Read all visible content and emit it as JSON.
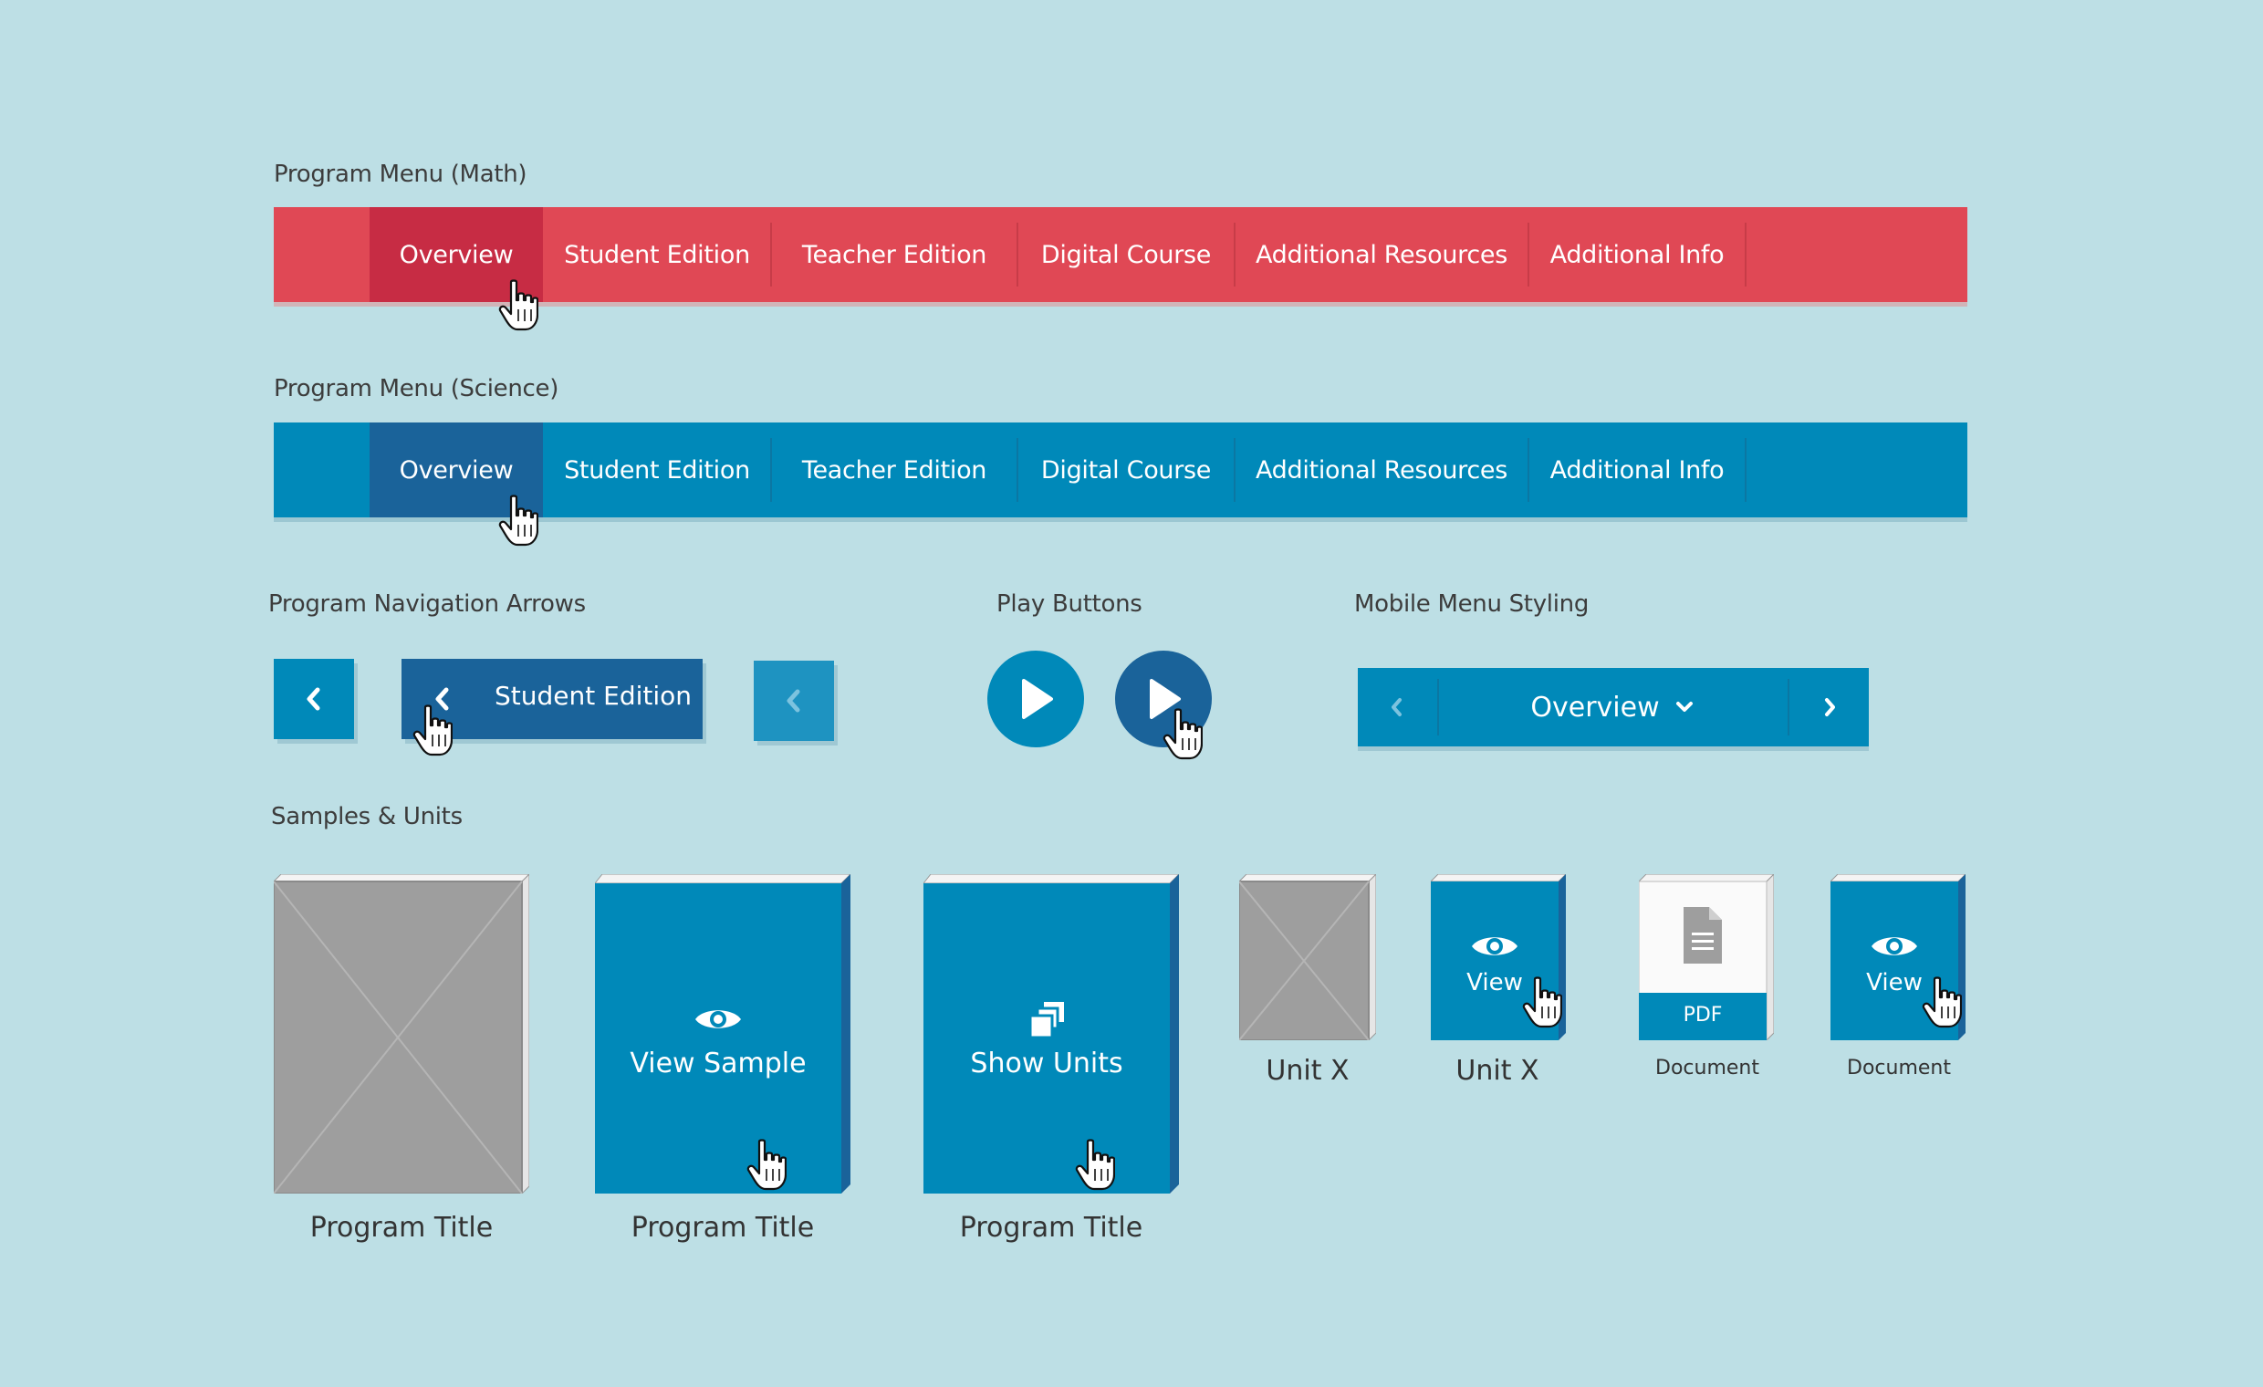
{
  "labels": {
    "math": "Program Menu (Math)",
    "science": "Program Menu (Science)",
    "nav_arrows": "Program Navigation Arrows",
    "play_buttons": "Play Buttons",
    "mobile_menu": "Mobile Menu Styling",
    "samples_units": "Samples & Units"
  },
  "menu_items": [
    "Overview",
    "Student Edition",
    "Teacher Edition",
    "Digital Course",
    "Additional Resources",
    "Additional Info"
  ],
  "active_menu_item": "Overview",
  "nav": {
    "edition_label": "Student Edition"
  },
  "mobile": {
    "current": "Overview"
  },
  "books": {
    "view_sample": "View Sample",
    "show_units": "Show Units",
    "view": "View",
    "pdf": "PDF"
  },
  "captions": {
    "program_title": "Program Title",
    "unit_x": "Unit X",
    "document": "Document"
  },
  "colors": {
    "background": "#bddfe5",
    "math_red": "#e04855",
    "math_active": "#c72c44",
    "science_blue": "#0089b9",
    "science_active": "#1a639a"
  },
  "icons": [
    "hand-pointer-icon",
    "chevron-left-icon",
    "chevron-right-icon",
    "chevron-down-icon",
    "play-icon",
    "eye-icon",
    "copy-stack-icon",
    "document-icon"
  ]
}
